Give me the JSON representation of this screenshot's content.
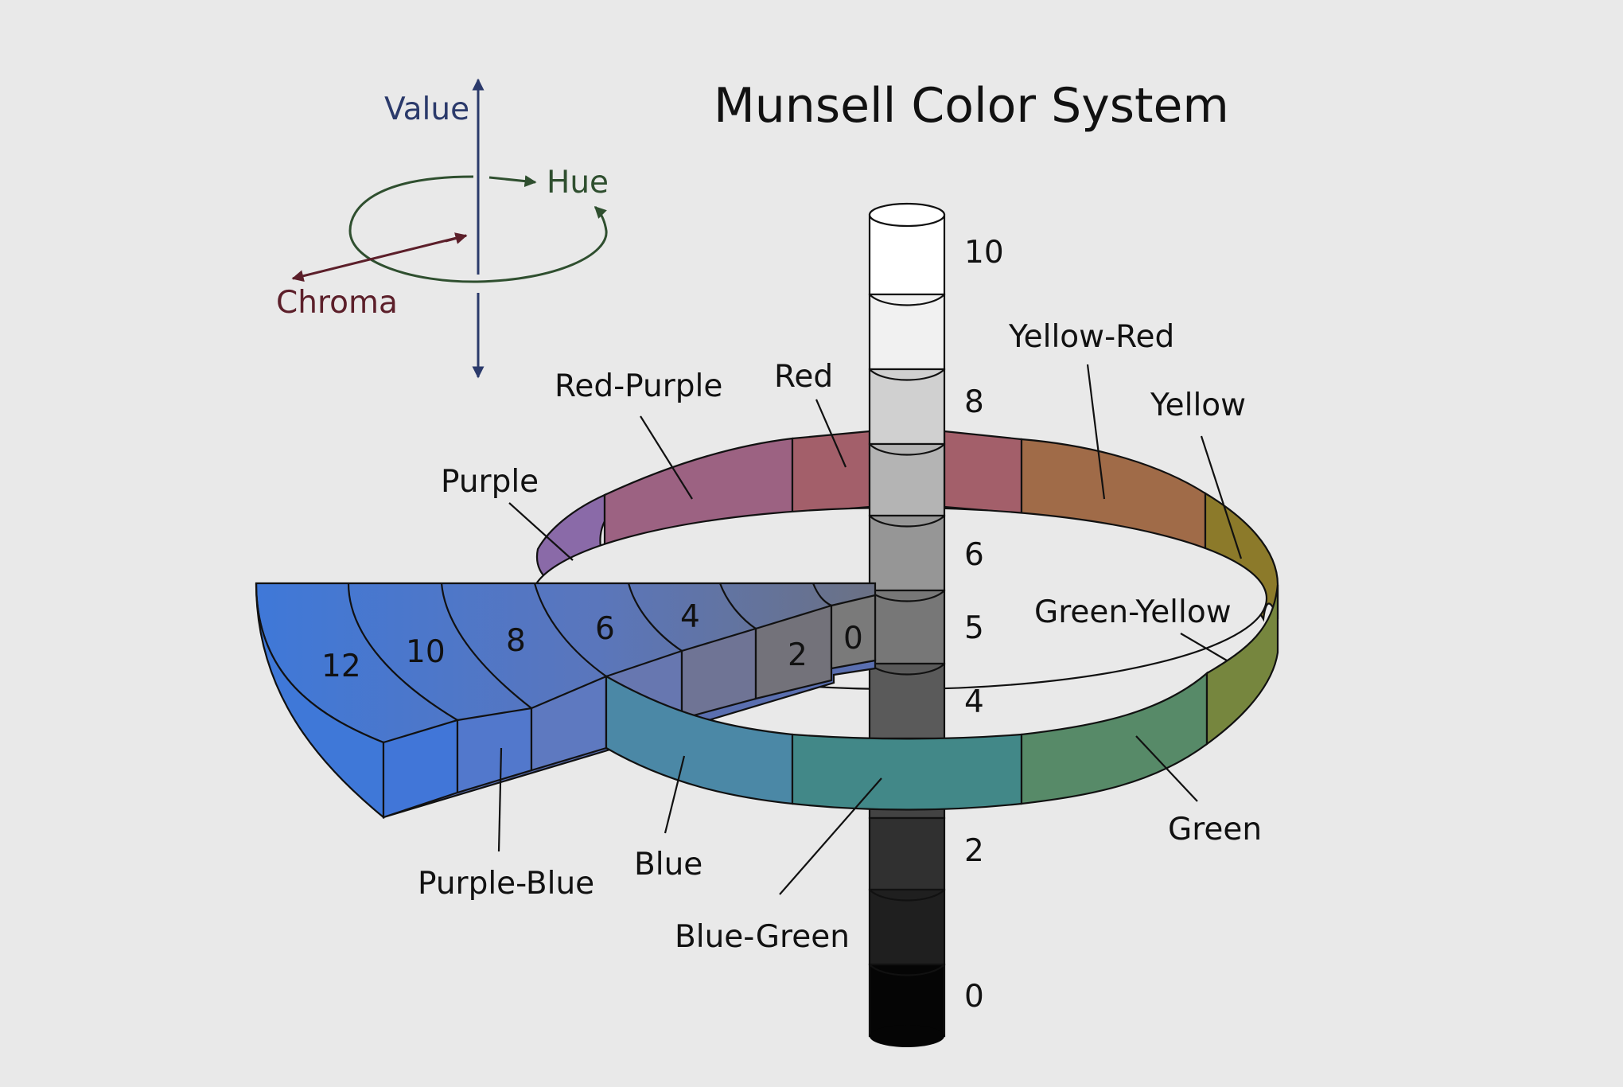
{
  "title": "Munsell Color System",
  "axes": {
    "value_label": "Value",
    "hue_label": "Hue",
    "chroma_label": "Chroma",
    "value_color": "#2b3a6b",
    "hue_color": "#2f4f2f",
    "chroma_color": "#5c1f2a"
  },
  "value_scale": [
    "10",
    "8",
    "6",
    "5",
    "4",
    "2",
    "0"
  ],
  "chroma_scale": [
    "12",
    "10",
    "8",
    "6",
    "4",
    "2",
    "0"
  ],
  "hues": {
    "red_purple": "Red-Purple",
    "red": "Red",
    "yellow_red": "Yellow-Red",
    "yellow": "Yellow",
    "purple": "Purple",
    "green_yellow": "Green-Yellow",
    "green": "Green",
    "blue_green": "Blue-Green",
    "blue": "Blue",
    "purple_blue": "Purple-Blue"
  },
  "colors": {
    "background": "#e9e9e9",
    "purple": "#8a6aa8",
    "red_purple": "#9c6282",
    "red": "#a35f6a",
    "yellow_red": "#a06b48",
    "yellow": "#8c7a2a",
    "green_yellow": "#76863e",
    "green": "#578a68",
    "blue_green": "#428888",
    "blue": "#4b88a6",
    "purple_blue": "#3f78d8"
  }
}
